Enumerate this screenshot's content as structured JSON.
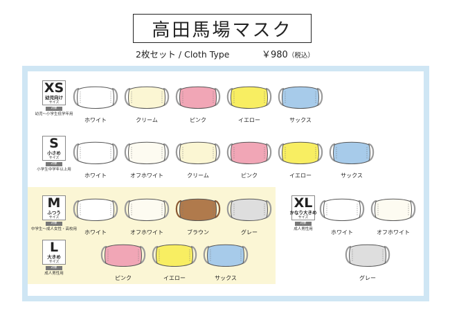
{
  "header": {
    "title": "高田馬場マスク",
    "subtitle": "2枚セット / Cloth Type",
    "price": "￥980",
    "tax_note": "（税込）"
  },
  "sizes": {
    "xs": {
      "letter": "XS",
      "word": "幼児向け",
      "sub": "サイズ",
      "tag": "対象",
      "age": "幼児〜小学生低学年用"
    },
    "s": {
      "letter": "S",
      "word": "小さめ",
      "sub": "サイズ",
      "tag": "対象",
      "age": "小学生中学年以上用"
    },
    "m": {
      "letter": "M",
      "word": "ふつう",
      "sub": "サイズ",
      "tag": "対象",
      "age": "中学生〜成人女性・高校用"
    },
    "l": {
      "letter": "L",
      "word": "大きめ",
      "sub": "サイズ",
      "tag": "対象",
      "age": "成人男性用"
    },
    "xl": {
      "letter": "XL",
      "word": "かなり大きめ",
      "sub": "サイズ",
      "tag": "対象",
      "age": "成人男性用"
    }
  },
  "colors": {
    "white": {
      "label": "ホワイト",
      "fill": "#ffffff"
    },
    "offwhite": {
      "label": "オフホワイト",
      "fill": "#fdfbf1"
    },
    "cream": {
      "label": "クリーム",
      "fill": "#fbf6d3"
    },
    "pink": {
      "label": "ピンク",
      "fill": "#f1a6b6"
    },
    "yellow": {
      "label": "イエロー",
      "fill": "#f8ee62"
    },
    "sax": {
      "label": "サックス",
      "fill": "#a7cbea"
    },
    "brown": {
      "label": "ブラウン",
      "fill": "#b07a4c"
    },
    "gray": {
      "label": "グレー",
      "fill": "#dedede"
    }
  },
  "frame_color": "#cfe6f4",
  "highlight_color": "#fbf6d5"
}
